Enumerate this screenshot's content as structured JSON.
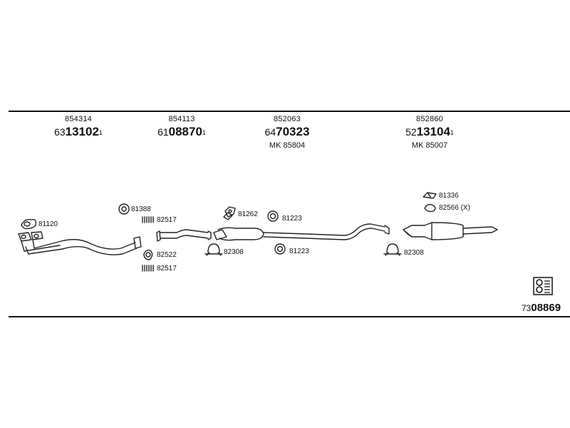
{
  "columns": [
    {
      "ref": "854314",
      "prefix": "63",
      "main": "13102",
      "sup": "1",
      "mk": ""
    },
    {
      "ref": "854113",
      "prefix": "61",
      "main": "08870",
      "sup": "1",
      "mk": ""
    },
    {
      "ref": "852063",
      "prefix": "64",
      "main": "70323",
      "sup": "",
      "mk": "MK  85804"
    },
    {
      "ref": "852860",
      "prefix": "52",
      "main": "13104",
      "sup": "1",
      "mk": "MK  85007"
    }
  ],
  "parts": {
    "p81120": "81120",
    "p81388": "81388",
    "p82517a": "82517",
    "p82522": "82522",
    "p82517b": "82517",
    "p81262": "81262",
    "p81223a": "81223",
    "p82308a": "82308",
    "p81223b": "81223",
    "p81336": "81336",
    "p82566": "82566 (X)",
    "p82308b": "82308"
  },
  "footer": {
    "prefix": "73",
    "main": "08869"
  }
}
